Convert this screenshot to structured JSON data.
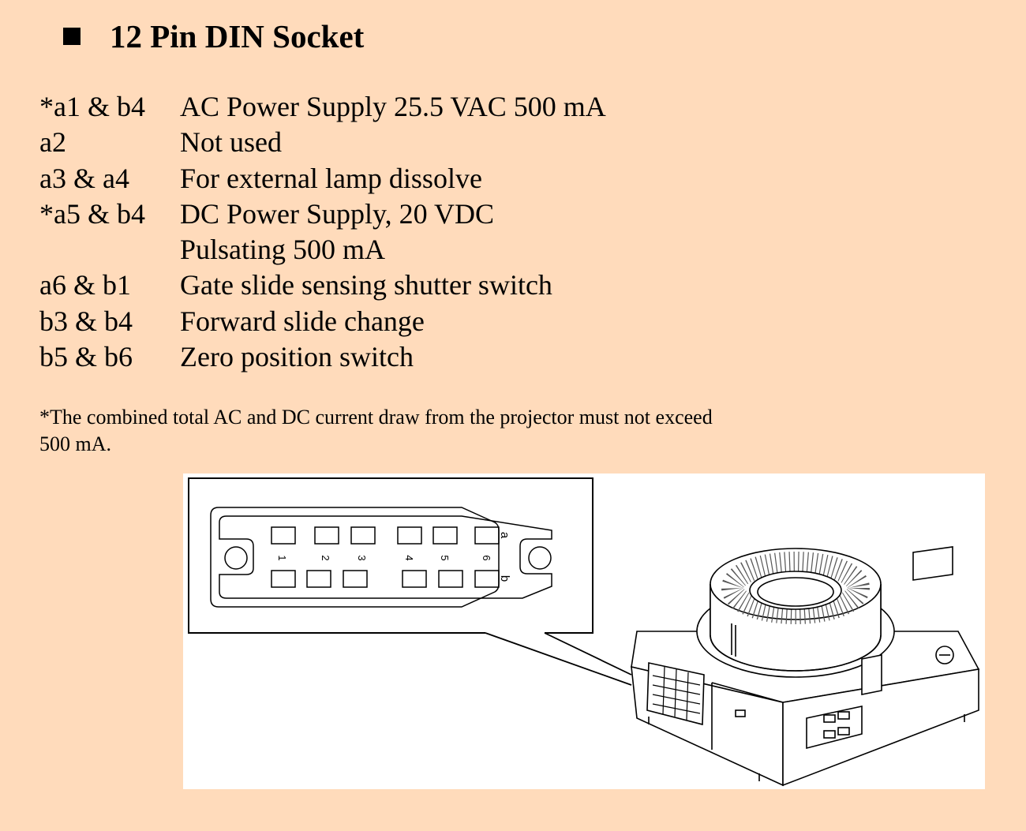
{
  "heading": {
    "bullet_icon": "black-square-icon",
    "title": "12 Pin DIN Socket"
  },
  "pin_table": [
    {
      "pins": "*a1 & b4",
      "description": "AC Power Supply 25.5 VAC 500 mA"
    },
    {
      "pins": "a2",
      "description": "Not used"
    },
    {
      "pins": "a3 & a4",
      "description": "For external lamp dissolve"
    },
    {
      "pins": "*a5 & b4",
      "description": "DC Power Supply, 20 VDC"
    },
    {
      "pins": "",
      "description": "Pulsating 500 mA"
    },
    {
      "pins": "a6 & b1",
      "description": "Gate slide sensing shutter switch"
    },
    {
      "pins": "b3 & b4",
      "description": "Forward slide change"
    },
    {
      "pins": "b5 & b6",
      "description": "Zero position switch"
    }
  ],
  "footnote": {
    "line1": "*The combined total AC and DC current draw from the projector must not exceed",
    "line2": "500 mA."
  },
  "diagram": {
    "pin_numbers": [
      "1",
      "2",
      "3",
      "4",
      "5",
      "6"
    ],
    "row_a": "a",
    "row_b": "b"
  }
}
